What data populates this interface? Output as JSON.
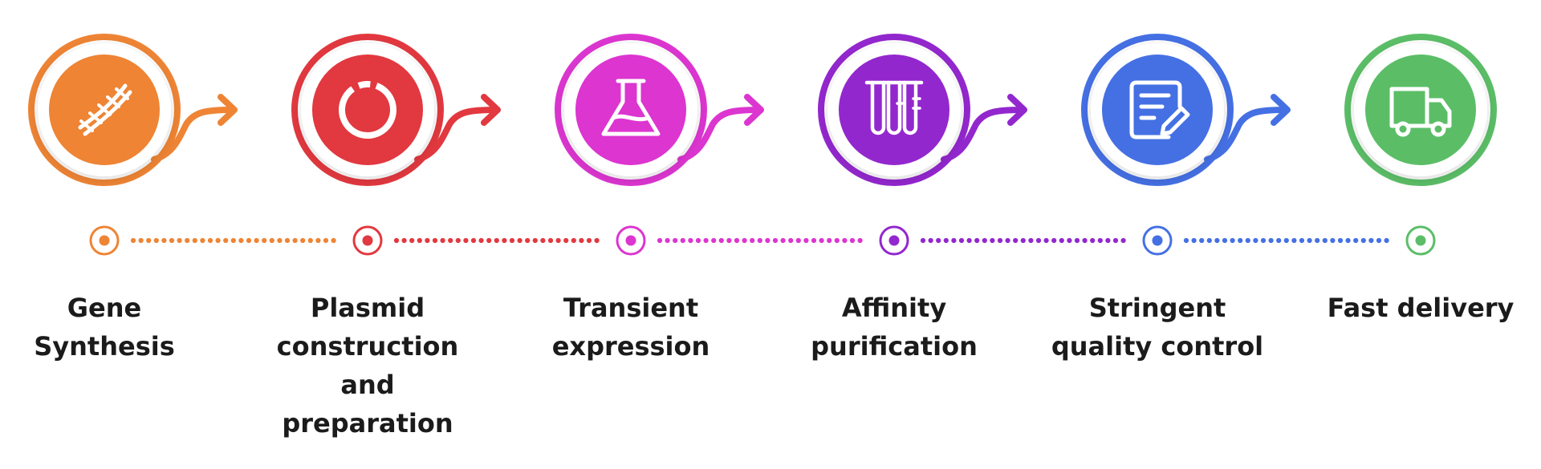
{
  "steps": [
    {
      "label": "Gene\nSynthesis",
      "color": "#EE8434",
      "icon": "dna-icon"
    },
    {
      "label": "Plasmid\nconstruction\nand\npreparation",
      "color": "#E2383F",
      "icon": "plasmid-ring-icon"
    },
    {
      "label": "Transient\nexpression",
      "color": "#DC35D0",
      "icon": "flask-icon"
    },
    {
      "label": "Affinity\npurification",
      "color": "#9327CE",
      "icon": "test-tubes-icon"
    },
    {
      "label": "Stringent\nquality control",
      "color": "#4570E4",
      "icon": "clipboard-pen-icon"
    },
    {
      "label": "Fast delivery",
      "color": "#5BBE67",
      "icon": "truck-icon"
    }
  ]
}
